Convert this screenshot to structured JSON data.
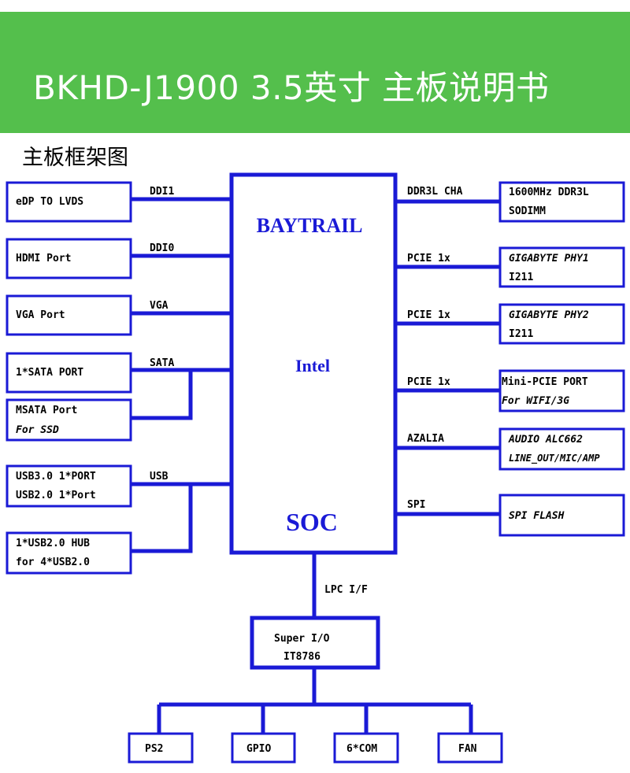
{
  "header": {
    "title": "BKHD-J1900 3.5英寸 主板说明书",
    "section_title": "主板框架图",
    "banner_color": "#54bf4c"
  },
  "colors": {
    "line": "#1a1ad6",
    "text": "#000000"
  },
  "soc": {
    "top_label": "BAYTRAIL",
    "middle_label": "Intel",
    "bottom_label": "SOC"
  },
  "left": {
    "edp": {
      "line1": "eDP TO LVDS",
      "bus": "DDI1"
    },
    "hdmi": {
      "line1": "HDMI Port",
      "bus": "DDI0"
    },
    "vga": {
      "line1": "VGA Port",
      "bus": "VGA"
    },
    "sata": {
      "line1": "1*SATA PORT",
      "bus": "SATA"
    },
    "msata": {
      "line1": "MSATA Port",
      "line2": "For SSD"
    },
    "usb3": {
      "line1": "USB3.0 1*PORT",
      "line2": "USB2.0 1*Port",
      "bus": "USB"
    },
    "usbhub": {
      "line1": "1*USB2.0 HUB",
      "line2": "for 4*USB2.0"
    }
  },
  "right": {
    "ddr": {
      "line1": "1600MHz DDR3L",
      "line2": "SODIMM",
      "bus": "DDR3L CHA"
    },
    "phy1": {
      "line1": "GIGABYTE PHY1",
      "line2": "I211",
      "bus": "PCIE 1x"
    },
    "phy2": {
      "line1": "GIGABYTE PHY2",
      "line2": "I211",
      "bus": "PCIE 1x"
    },
    "minipcie": {
      "line1": "Mini-PCIE PORT",
      "line2": "For WIFI/3G",
      "bus": "PCIE 1x"
    },
    "audio": {
      "line1": "AUDIO ALC662",
      "line2": "LINE_OUT/MIC/AMP",
      "bus": "AZALIA"
    },
    "spi": {
      "line1": "SPI FLASH",
      "bus": "SPI"
    }
  },
  "bottom": {
    "lpc_bus": "LPC I/F",
    "superio": {
      "line1": "Super I/O",
      "line2": "IT8786"
    },
    "ps2": "PS2",
    "gpio": "GPIO",
    "com": "6*COM",
    "fan": "FAN"
  }
}
